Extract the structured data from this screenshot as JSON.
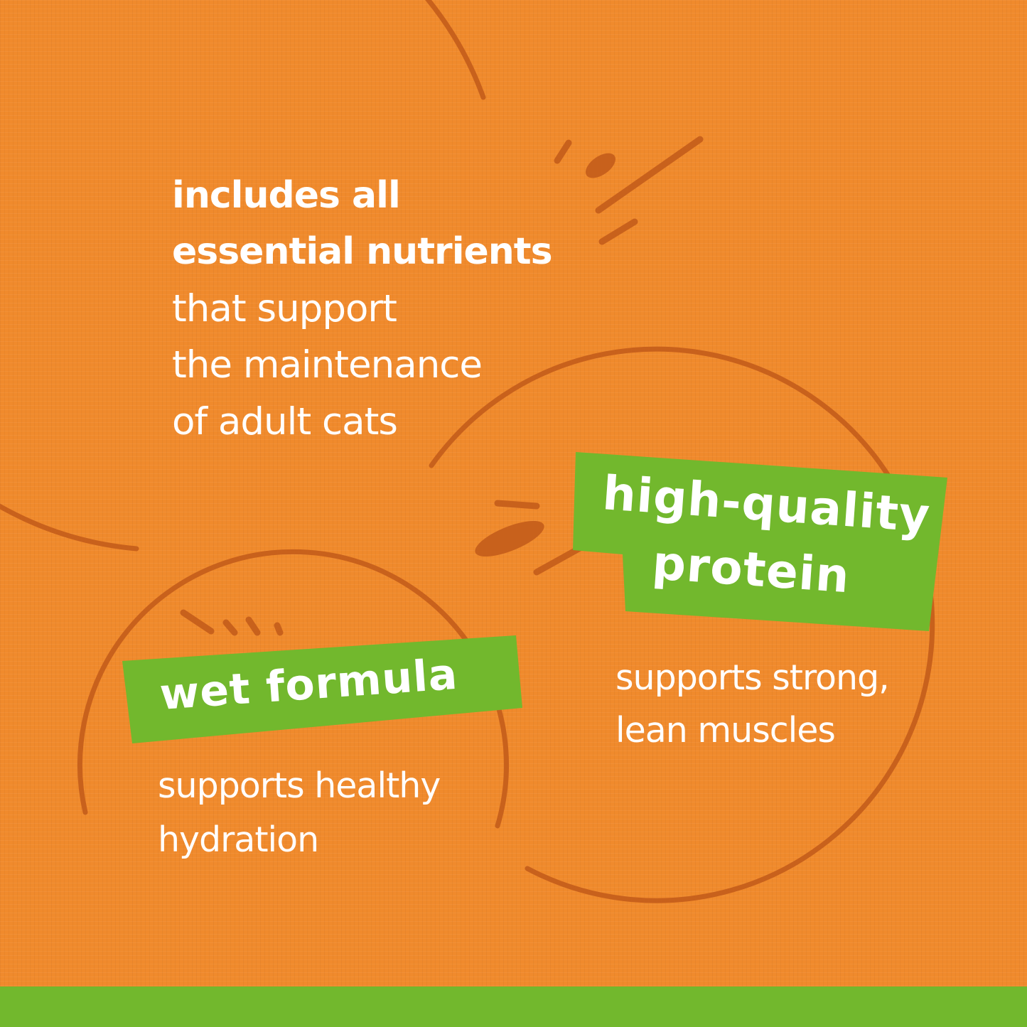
{
  "colors": {
    "background": "#f08a2c",
    "doodle": "#c8611c",
    "accent_green": "#72b82d",
    "text": "#ffffff"
  },
  "block_nutrients": {
    "bold_lines": [
      "includes all",
      "essential nutrients"
    ],
    "light_lines": [
      "that support",
      "the maintenance",
      "of adult cats"
    ]
  },
  "block_protein": {
    "tag_lines": [
      "high-quality",
      "protein"
    ],
    "light_lines": [
      "supports strong,",
      "lean muscles"
    ]
  },
  "block_wet": {
    "tag": "wet formula",
    "light_lines": [
      "supports healthy",
      "hydration"
    ]
  }
}
